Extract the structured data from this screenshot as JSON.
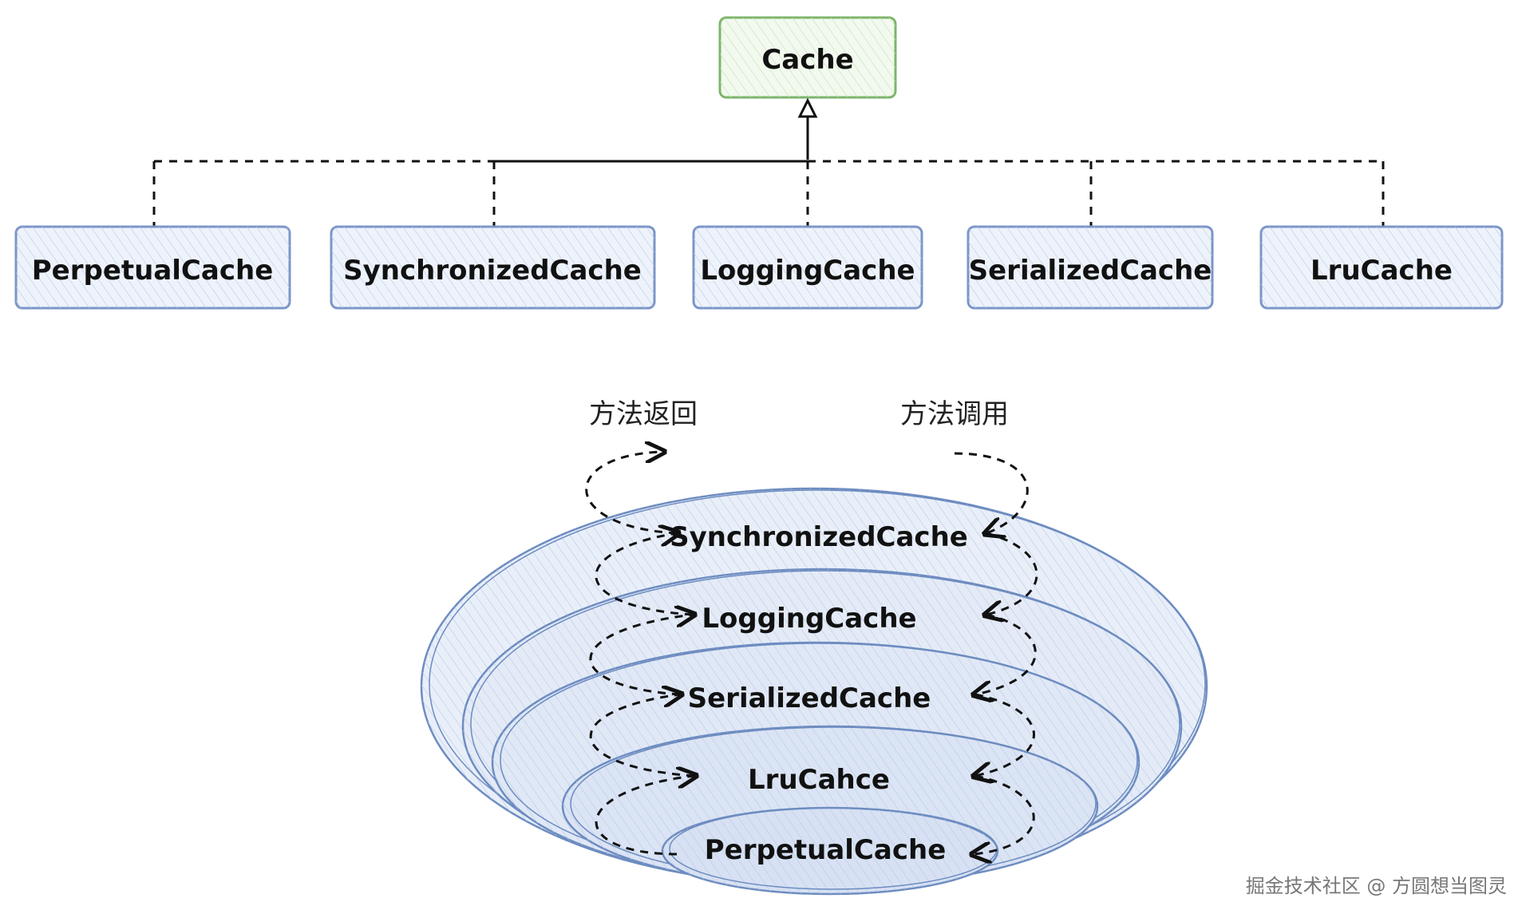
{
  "hierarchy": {
    "root": {
      "label": "Cache",
      "stroke": "#7cb56a",
      "fill": "#eef7e8"
    },
    "children": [
      {
        "label": "PerpetualCache"
      },
      {
        "label": "SynchronizedCache"
      },
      {
        "label": "LoggingCache"
      },
      {
        "label": "SerializedCache"
      },
      {
        "label": "LruCache"
      }
    ],
    "child_stroke": "#7b96c8",
    "child_fill": "#eef3fb"
  },
  "layers": {
    "labels": {
      "return": "方法返回",
      "call": "方法调用"
    },
    "items": [
      {
        "label": "SynchronizedCache"
      },
      {
        "label": "LoggingCache"
      },
      {
        "label": "SerializedCache"
      },
      {
        "label": "LruCahce"
      },
      {
        "label": "PerpetualCache"
      }
    ],
    "stroke": "#6d8cc0",
    "fill": "#e6edf8"
  },
  "watermark": "掘金技术社区 @ 方圆想当图灵"
}
